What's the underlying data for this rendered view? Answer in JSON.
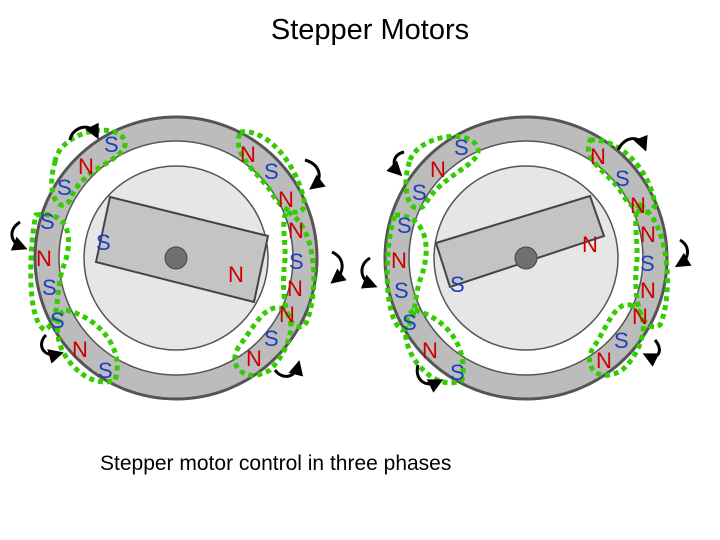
{
  "title": "Stepper Motors",
  "caption": "Stepper motor control in three phases",
  "colors": {
    "north": "#cc0000",
    "south": "#1f3fbf",
    "coil_loop": "#33cc00",
    "stator": "#bcbcbc",
    "stator_edge": "#555555",
    "rotor": "#c4c4c4",
    "rotor_gap": "#e8e8e8",
    "shaft": "#707070",
    "arrow": "#000000"
  },
  "pole_labels": {
    "north": "N",
    "south": "S"
  },
  "motors": [
    {
      "name": "left-motor",
      "rotor_labels": {
        "left_pole": "S",
        "right_pole": "N"
      },
      "icons": [
        "rotation-arrow-icon",
        "green-coil-loop"
      ]
    },
    {
      "name": "right-motor",
      "rotor_labels": {
        "left_pole": "S",
        "right_pole": "N"
      },
      "icons": [
        "rotation-arrow-icon",
        "green-coil-loop"
      ]
    }
  ]
}
